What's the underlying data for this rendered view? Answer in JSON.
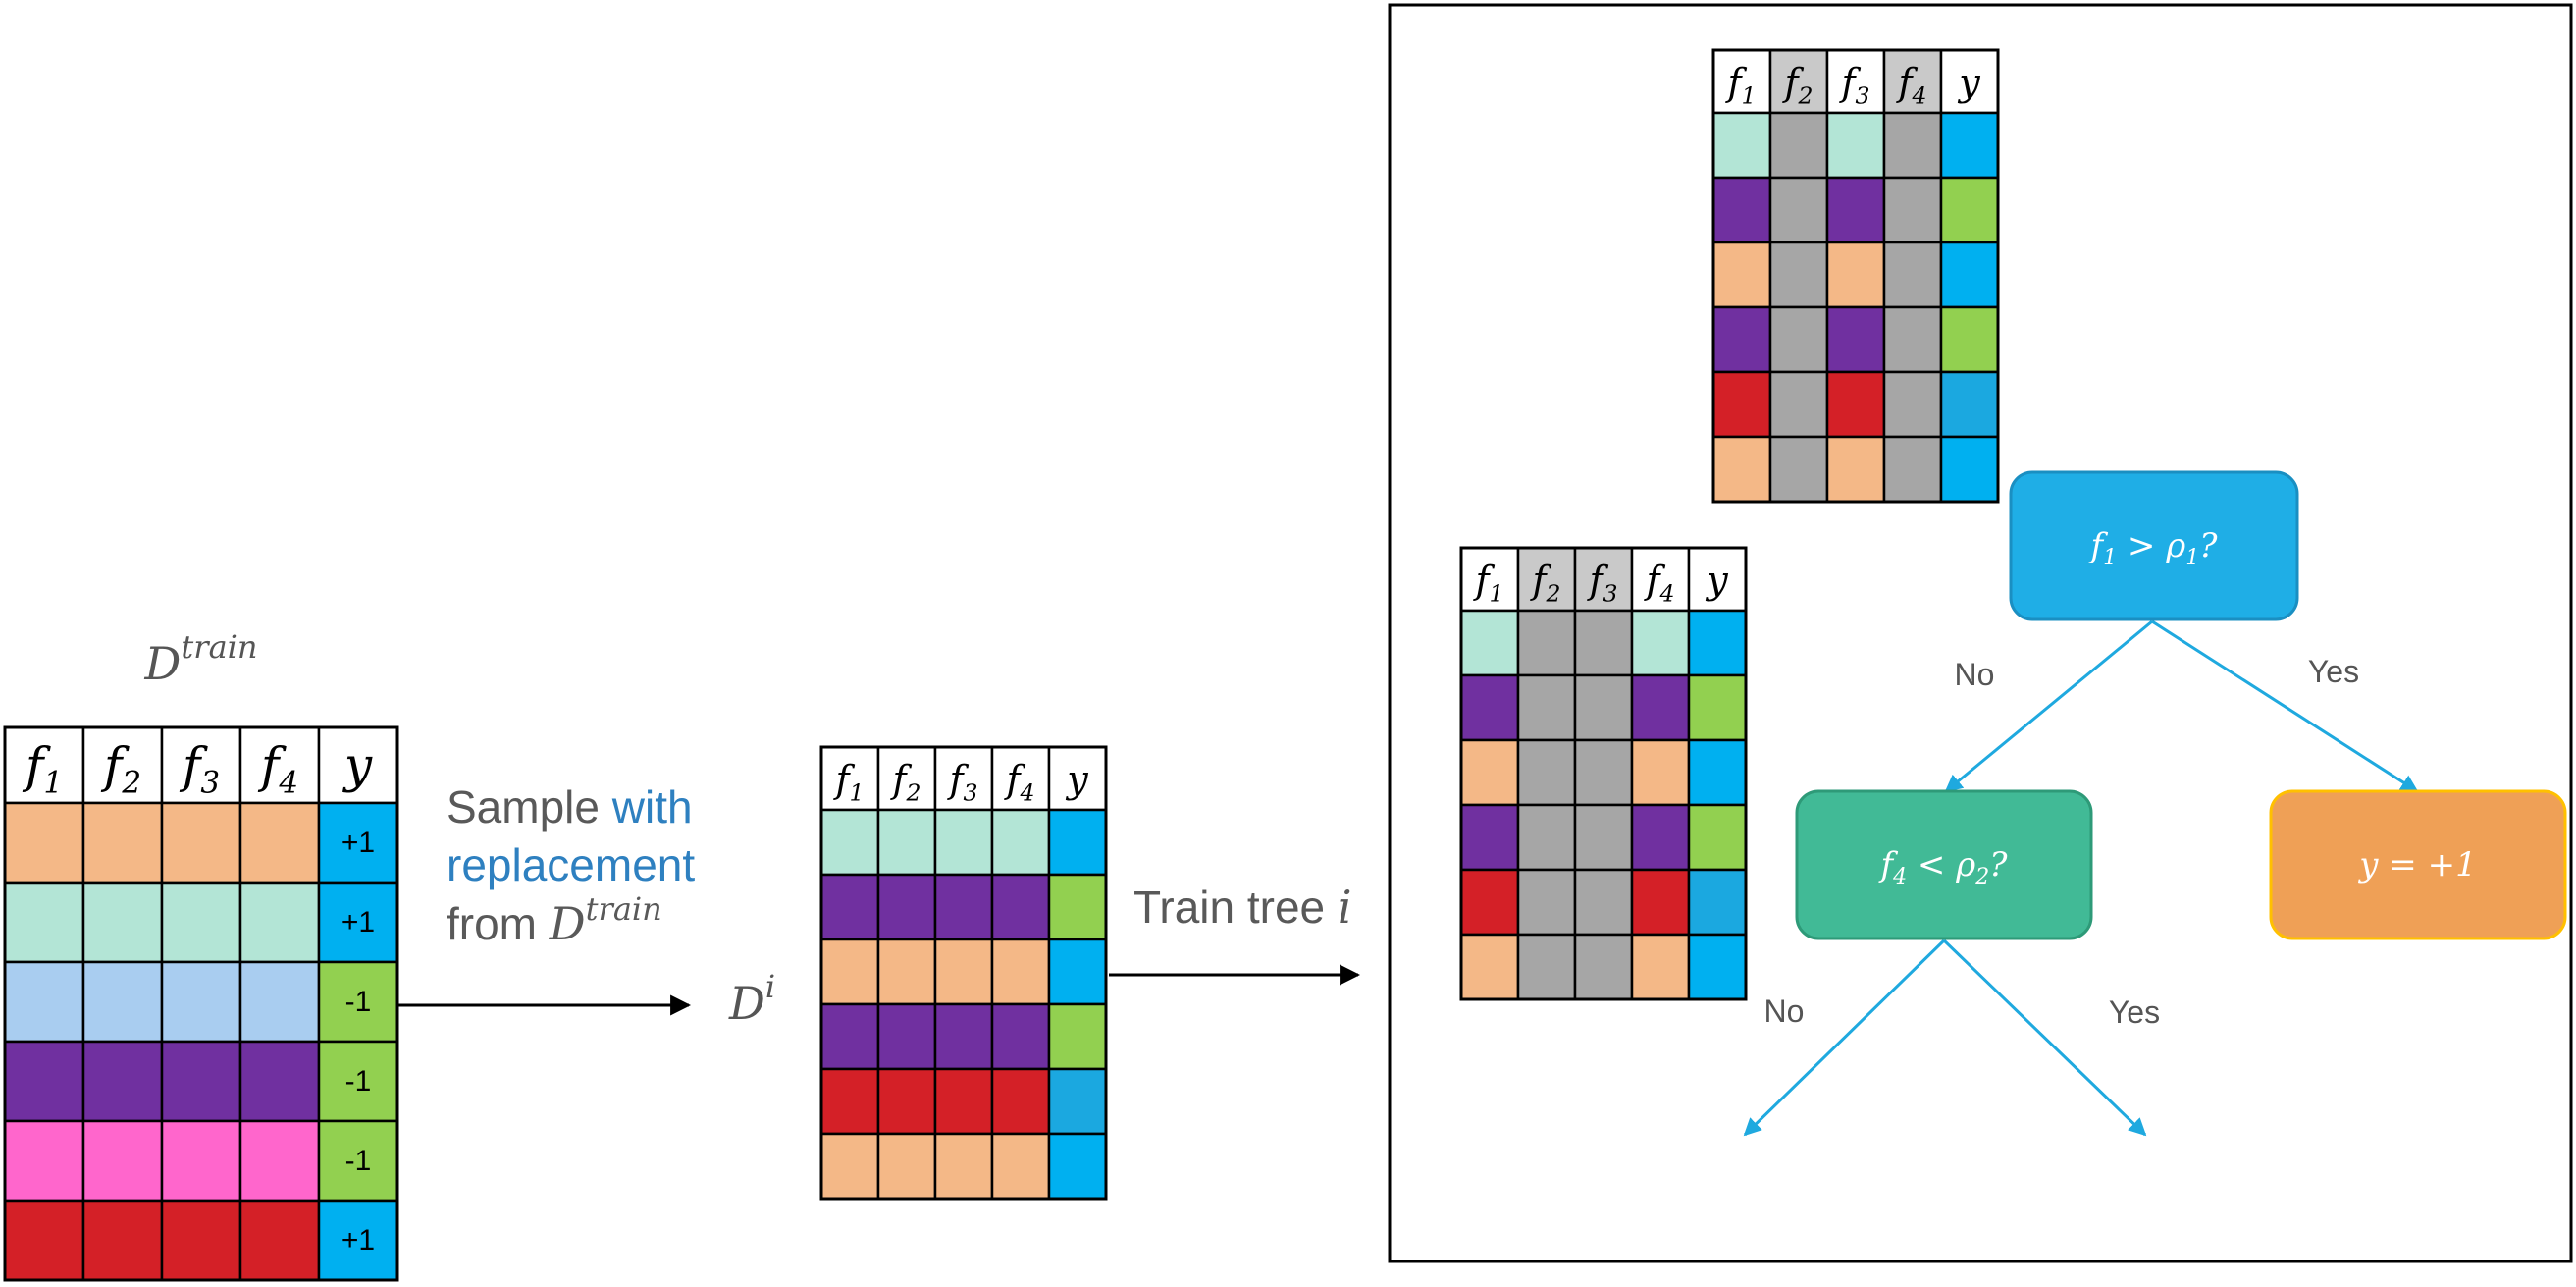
{
  "colors": {
    "peach": "#F4B887",
    "mint": "#B3E5D6",
    "sky": "#A9CDF0",
    "purple": "#7030A0",
    "pink": "#FF66CC",
    "red": "#D42027",
    "blue": "#00B0F0",
    "blue2": "#1BA8E0",
    "green": "#92D050",
    "gray": "#A6A6A6",
    "header_gray": "#C9C9C9",
    "accent_text": "#2E80C0",
    "node_blue": "#1FAEE6",
    "node_green": "#41BA96",
    "leaf_orange": "#EFA056",
    "leaf_border": "#FFC000",
    "arrow_blue": "#1FA9DF",
    "label_gray": "#555555"
  },
  "dataset": {
    "label_base": "D",
    "label_sup": "train",
    "headers": [
      {
        "base": "f",
        "sub": "1"
      },
      {
        "base": "f",
        "sub": "2"
      },
      {
        "base": "f",
        "sub": "3"
      },
      {
        "base": "f",
        "sub": "4"
      },
      {
        "base": "y",
        "sub": ""
      }
    ],
    "rows": [
      {
        "feature_color": "peach",
        "label_color": "blue",
        "label": "+1"
      },
      {
        "feature_color": "mint",
        "label_color": "blue",
        "label": "+1"
      },
      {
        "feature_color": "sky",
        "label_color": "green",
        "label": "-1"
      },
      {
        "feature_color": "purple",
        "label_color": "green",
        "label": "-1"
      },
      {
        "feature_color": "pink",
        "label_color": "green",
        "label": "-1"
      },
      {
        "feature_color": "red",
        "label_color": "blue",
        "label": "+1"
      }
    ]
  },
  "sample_text": {
    "line1_plain": "Sample ",
    "line1_accent": "with",
    "line2_accent": "replacement",
    "line3_plain": "from ",
    "line3_math_base": "D",
    "line3_math_sup": "train"
  },
  "bootstrap": {
    "label_base": "D",
    "label_sup": "i",
    "rows": [
      {
        "feature_color": "mint",
        "label_color": "blue"
      },
      {
        "feature_color": "purple",
        "label_color": "green"
      },
      {
        "feature_color": "peach",
        "label_color": "blue"
      },
      {
        "feature_color": "purple",
        "label_color": "green"
      },
      {
        "feature_color": "red",
        "label_color": "blue2"
      },
      {
        "feature_color": "peach",
        "label_color": "blue"
      }
    ]
  },
  "train_text": {
    "plain": "Train tree ",
    "math": "i"
  },
  "subset_upper": {
    "active_features": [
      true,
      false,
      true,
      false
    ],
    "rows": [
      {
        "feature_color": "mint",
        "label_color": "blue"
      },
      {
        "feature_color": "purple",
        "label_color": "green"
      },
      {
        "feature_color": "peach",
        "label_color": "blue"
      },
      {
        "feature_color": "purple",
        "label_color": "green"
      },
      {
        "feature_color": "red",
        "label_color": "blue2"
      },
      {
        "feature_color": "peach",
        "label_color": "blue"
      }
    ]
  },
  "subset_lower": {
    "active_features": [
      true,
      false,
      false,
      true
    ],
    "rows": [
      {
        "feature_color": "mint",
        "label_color": "blue"
      },
      {
        "feature_color": "purple",
        "label_color": "green"
      },
      {
        "feature_color": "peach",
        "label_color": "blue"
      },
      {
        "feature_color": "purple",
        "label_color": "green"
      },
      {
        "feature_color": "red",
        "label_color": "blue2"
      },
      {
        "feature_color": "peach",
        "label_color": "blue"
      }
    ]
  },
  "tree": {
    "root": {
      "lhs": "f",
      "lhs_sub": "1",
      "op": " > ",
      "rhs": "ρ",
      "rhs_sub": "1",
      "q": "?"
    },
    "left": {
      "lhs": "f",
      "lhs_sub": "4",
      "op": " < ",
      "rhs": "ρ",
      "rhs_sub": "2",
      "q": "?"
    },
    "leaf": {
      "text": "y = +1"
    },
    "edge_labels": {
      "root_no": "No",
      "root_yes": "Yes",
      "left_no": "No",
      "left_yes": "Yes"
    }
  }
}
